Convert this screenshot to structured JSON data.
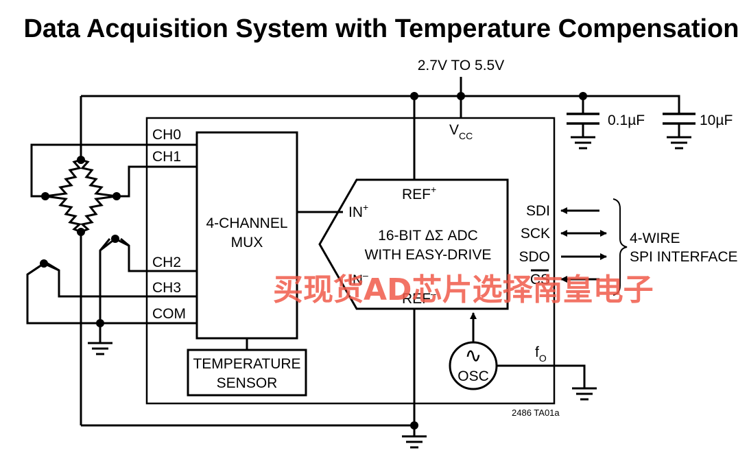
{
  "title": "Data Acquisition System with Temperature Compensation",
  "supply_label": "2.7V TO 5.5V",
  "vcc": {
    "main": "V",
    "sub": "CC"
  },
  "capacitors": {
    "c1": "0.1µF",
    "c2": "10µF"
  },
  "channels": {
    "ch0": "CH0",
    "ch1": "CH1",
    "ch2": "CH2",
    "ch3": "CH3",
    "com": "COM"
  },
  "mux": {
    "line1": "4-CHANNEL",
    "line2": "MUX"
  },
  "temp_sensor": {
    "line1": "TEMPERATURE",
    "line2": "SENSOR"
  },
  "adc": {
    "ref_plus": {
      "main": "REF",
      "sup": "+"
    },
    "ref_minus": {
      "main": "REF",
      "sup": "–"
    },
    "in_plus": {
      "main": "IN",
      "sup": "+"
    },
    "in_minus": {
      "main": "IN",
      "sup": "–"
    },
    "line1": "16-BIT ΔΣ ADC",
    "line2": "WITH EASY-DRIVE"
  },
  "spi": {
    "sdi": "SDI",
    "sck": "SCK",
    "sdo": "SDO",
    "cs": "CS",
    "brace_line1": "4-WIRE",
    "brace_line2": "SPI INTERFACE"
  },
  "osc": {
    "label": "OSC",
    "symbol": "∿"
  },
  "fo": {
    "main": "f",
    "sub": "O"
  },
  "figure_id": "2486 TA01a",
  "watermark": "买现货AD芯片选择南皇电子"
}
